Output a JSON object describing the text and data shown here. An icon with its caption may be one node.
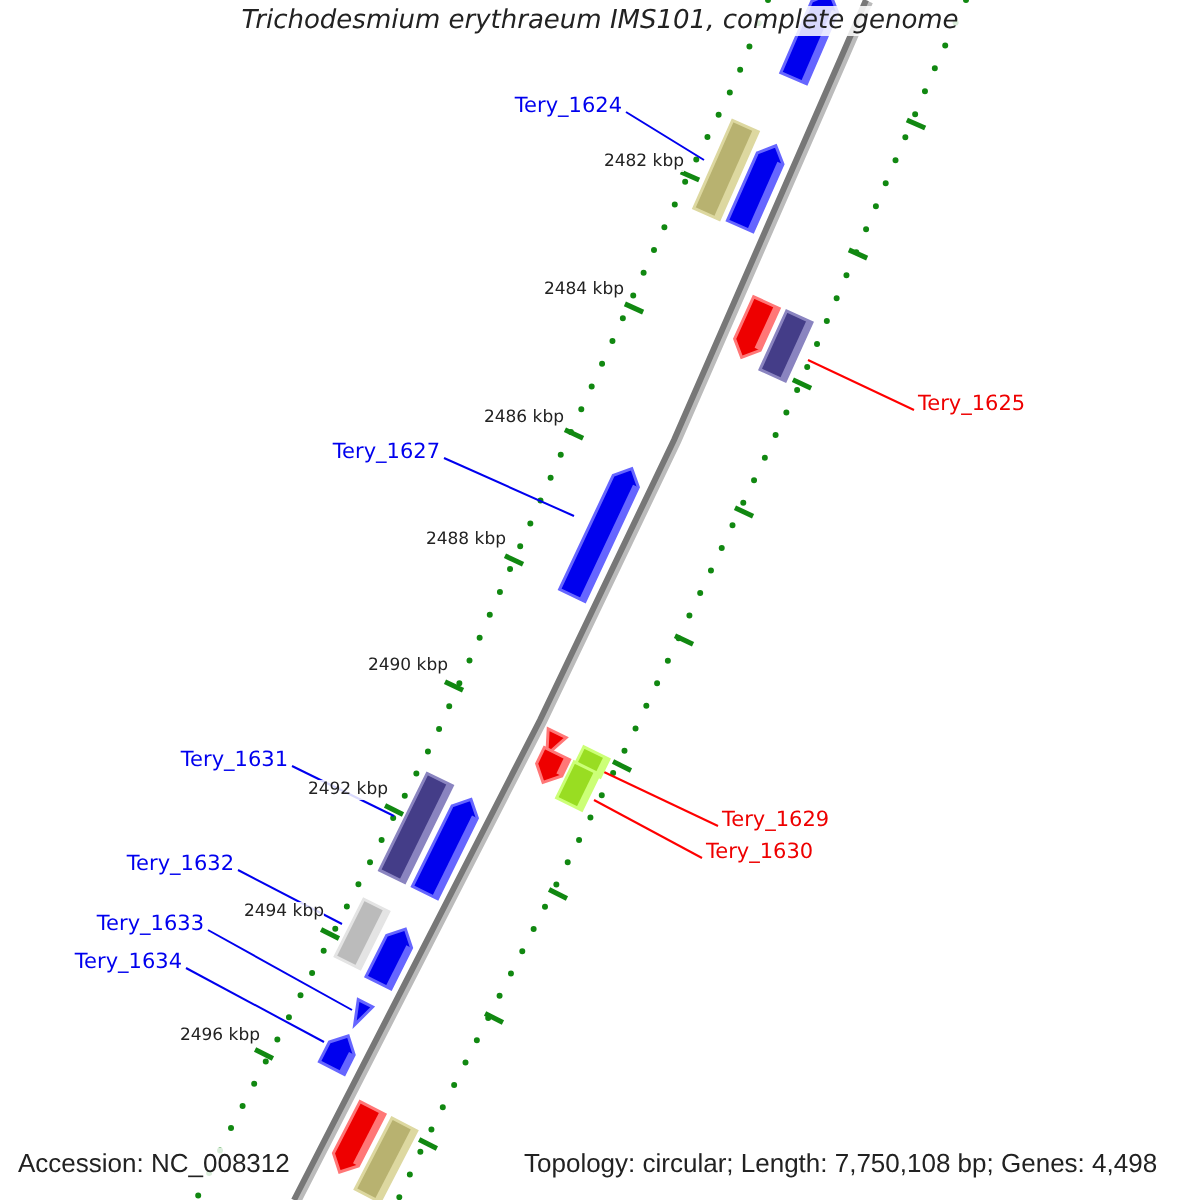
{
  "diagram": {
    "title": "Trichodesmium erythraeum IMS101, complete genome",
    "nodes": [
      {
        "text": [],
        "shape": "bar"
      },
      {
        "text": [
          "Tery_1624"
        ]
      },
      {
        "text": [],
        "shape": "bar"
      },
      {
        "text": [],
        "shape": "bar"
      },
      {
        "text": [],
        "shape": "bar"
      },
      {
        "text": [],
        "shape": "bar"
      },
      {
        "text": [
          "Tery_1625"
        ]
      },
      {
        "text": [
          "Tery_1627"
        ]
      },
      {
        "text": [],
        "shape": "bar"
      },
      {
        "text": [],
        "shape": "bar"
      },
      {
        "text": [],
        "shape": "bar"
      },
      {
        "text": [],
        "shape": "bar"
      },
      {
        "text": [],
        "shape": "bar"
      },
      {
        "text": [
          "Tery_1629"
        ]
      },
      {
        "text": [
          "Tery_1630"
        ]
      },
      {
        "text": [
          "Tery_1631"
        ]
      },
      {
        "text": [],
        "shape": "bar"
      },
      {
        "text": [],
        "shape": "bar"
      },
      {
        "text": [
          "Tery_1632"
        ]
      },
      {
        "text": [],
        "shape": "bar"
      },
      {
        "text": [],
        "shape": "bar"
      },
      {
        "text": [
          "Tery_1633"
        ]
      },
      {
        "text": [],
        "shape": "bar"
      },
      {
        "text": [
          "Tery_1634"
        ]
      },
      {
        "text": [],
        "shape": "bar"
      },
      {
        "text": [],
        "shape": "bar"
      },
      {
        "text": [],
        "shape": "bar"
      }
    ],
    "edges": [
      {
        "from": 1,
        "to": 2,
        "arrow": "none"
      },
      {
        "from": 6,
        "to": 5,
        "arrow": "none",
        "color": "#ff0000"
      },
      {
        "from": 7,
        "to": 8,
        "arrow": "none"
      },
      {
        "from": 13,
        "to": 10,
        "arrow": "none",
        "color": "#ff0000"
      },
      {
        "from": 14,
        "to": 12,
        "arrow": "none",
        "color": "#ff0000"
      },
      {
        "from": 15,
        "to": 16,
        "arrow": "none"
      },
      {
        "from": 18,
        "to": 19,
        "arrow": "none"
      },
      {
        "from": 21,
        "to": 22,
        "arrow": "none"
      },
      {
        "from": 23,
        "to": 24,
        "arrow": "none"
      }
    ],
    "labels": [
      "2482 kbp",
      "2484 kbp",
      "2486 kbp",
      "2488 kbp",
      "2490 kbp",
      "2492 kbp",
      "2494 kbp",
      "2496 kbp",
      "Accession: NC_008312",
      "Topology: circular; Length: 7,750,108 bp; Genes: 4,498"
    ]
  }
}
